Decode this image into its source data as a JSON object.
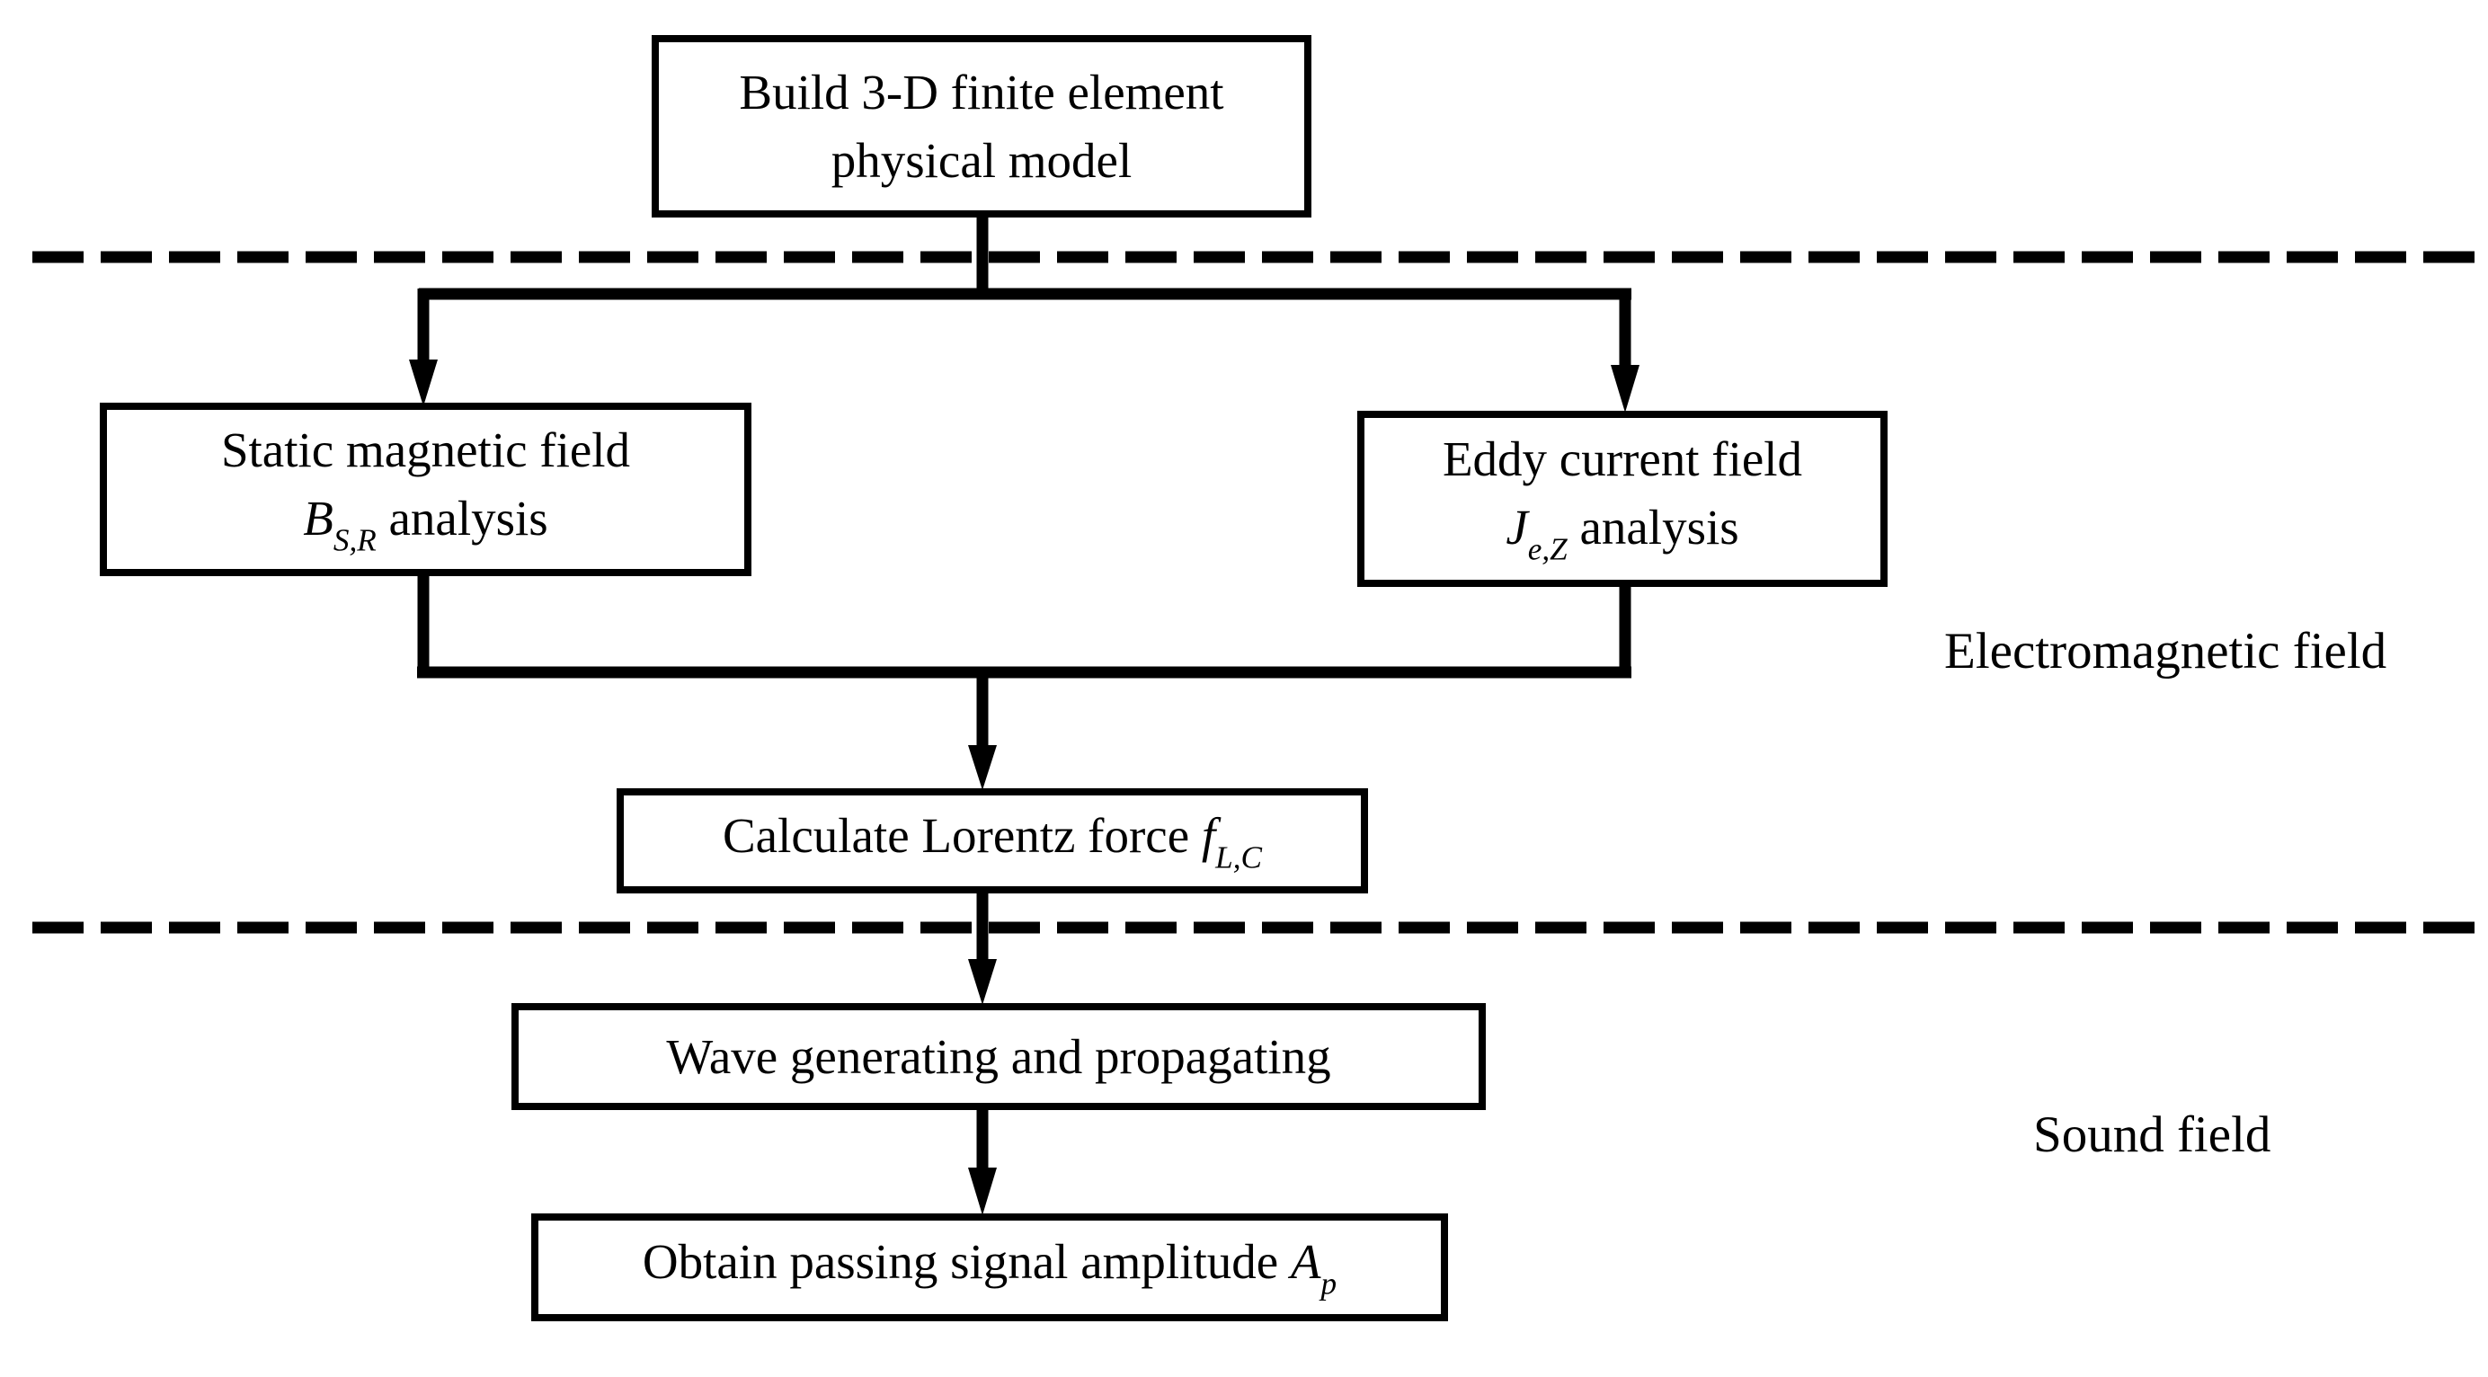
{
  "diagram": {
    "colors": {
      "line": "#000000",
      "background": "#ffffff"
    },
    "boxes": {
      "build": {
        "line1": "Build 3-D finite element",
        "line2": "physical model"
      },
      "static_field": {
        "line1": "Static magnetic field",
        "symbol": "B",
        "subscript": "S,R",
        "suffix": " analysis"
      },
      "eddy_current": {
        "line1": "Eddy current field",
        "symbol": "J",
        "subscript": "e,Z",
        "suffix": " analysis"
      },
      "lorentz": {
        "prefix": "Calculate Lorentz force ",
        "symbol": "f",
        "subscript": "L,C"
      },
      "wave": {
        "line1": "Wave generating and propagating"
      },
      "obtain": {
        "prefix": "Obtain passing signal amplitude ",
        "symbol": "A",
        "subscript": "p"
      }
    },
    "region_labels": {
      "electromagnetic": "Electromagnetic field",
      "sound": "Sound field"
    }
  }
}
